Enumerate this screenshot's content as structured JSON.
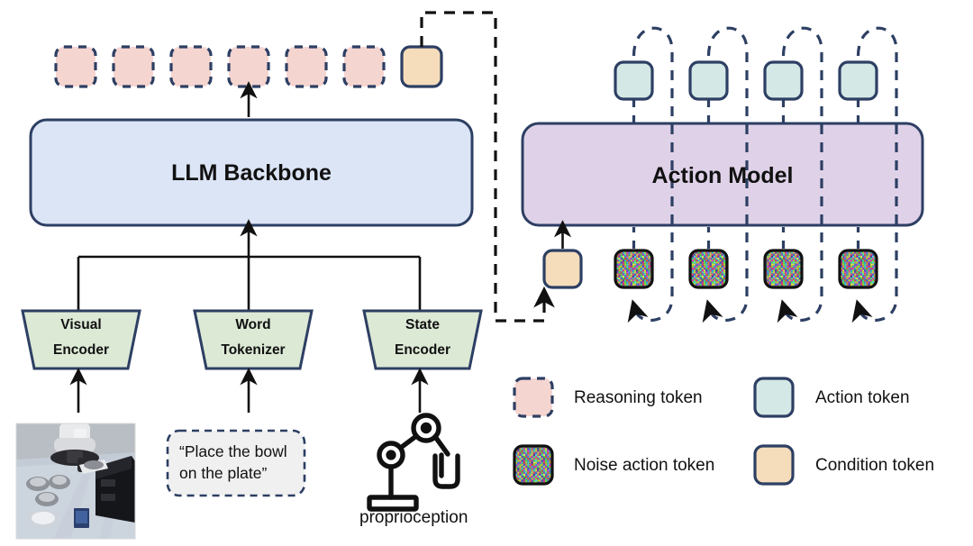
{
  "figure": {
    "type": "architecture-diagram",
    "title": "Vision-Language-Action model architecture"
  },
  "modules": {
    "llm_backbone": {
      "label": "LLM Backbone",
      "fill": "#dbe5f6",
      "stroke": "#2d3f63"
    },
    "action_model": {
      "label": "Action Model",
      "fill": "#dfd2e8",
      "stroke": "#2d3f63"
    }
  },
  "encoders": [
    {
      "line1": "Visual",
      "line2": "Encoder",
      "fill": "#dce9d5",
      "stroke": "#2d3f63"
    },
    {
      "line1": "Word",
      "line2": "Tokenizer",
      "fill": "#dce9d5",
      "stroke": "#2d3f63"
    },
    {
      "line1": "State",
      "line2": "Encoder",
      "fill": "#dce9d5",
      "stroke": "#2d3f63"
    }
  ],
  "inputs": {
    "image_caption": "robot tabletop scene with bowls and plate",
    "instruction": {
      "line1": "“Place the bowl",
      "line2": "on the plate”"
    },
    "proprioception_label": "proprioception"
  },
  "tokens": {
    "reasoning_count": 6,
    "condition_top_count": 1,
    "action_count": 4,
    "noise_count": 4,
    "condition_bottom_count": 1
  },
  "legend": [
    {
      "label": "Reasoning token",
      "kind": "reasoning",
      "fill": "#f5d5d0",
      "stroke": "#2d3f63",
      "dashed": true
    },
    {
      "label": "Action token",
      "kind": "action",
      "fill": "#d4e8e6",
      "stroke": "#2d3f63",
      "dashed": false
    },
    {
      "label": "Noise action token",
      "kind": "noise",
      "fill": "noise",
      "stroke": "#111111",
      "dashed": false
    },
    {
      "label": "Condition token",
      "kind": "condition",
      "fill": "#f5dcbb",
      "stroke": "#2d3f63",
      "dashed": false
    }
  ],
  "colors": {
    "reasoning_token": "#f5d5d0",
    "action_token": "#d4e8e6",
    "condition_token": "#f5dcbb",
    "encoder_green": "#dce9d5",
    "llm_blue": "#dbe5f6",
    "action_purple": "#dfd2e8",
    "outline_navy": "#2d3f63",
    "arrow_black": "#111111"
  }
}
